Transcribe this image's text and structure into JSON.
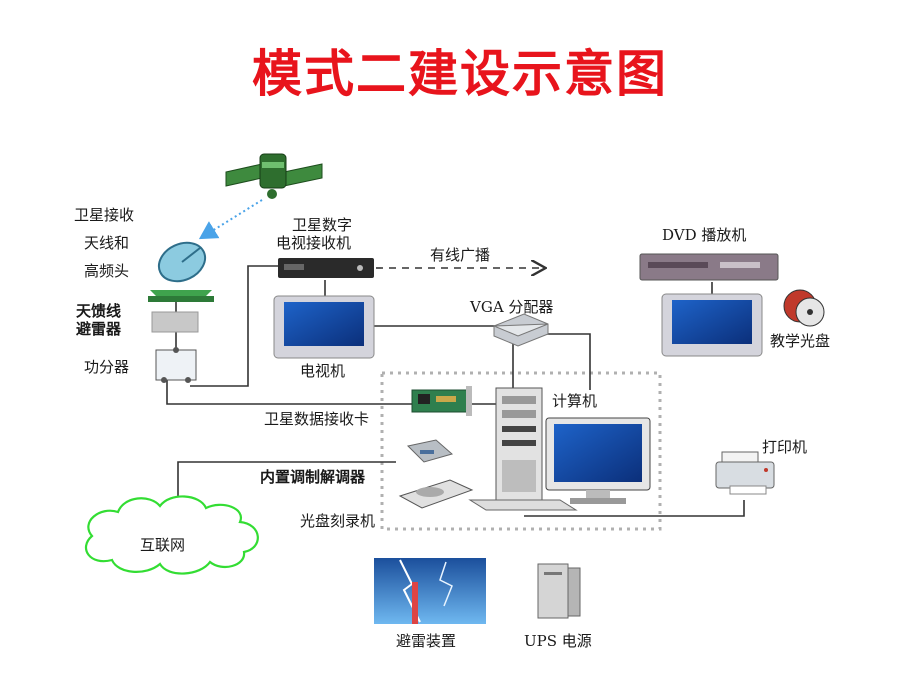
{
  "title": "模式二建设示意图",
  "colors": {
    "title": "#e8141c",
    "line": "#333333",
    "cloud": "#33dd33",
    "dotted_box": "#b0b0b0"
  },
  "labels": {
    "sat_receive_l1": "卫星接收",
    "sat_receive_l2": "天线和",
    "sat_receive_l3": "高频头",
    "antenna_arrester_l1": "天馈线",
    "antenna_arrester_l2": "避雷器",
    "splitter": "功分器",
    "digital_receiver_l1": "卫星数字",
    "digital_receiver_l2": "电视接收机",
    "cable_broadcast": "有线广播",
    "tv": "电视机",
    "dvd_player": "DVD 播放机",
    "teaching_disc": "教学光盘",
    "vga_splitter": "VGA 分配器",
    "computer": "计算机",
    "sat_data_card": "卫星数据接收卡",
    "internal_modem": "内置调制解调器",
    "cd_burner": "光盘刻录机",
    "printer": "打印机",
    "internet": "互联网",
    "lightning_device": "避雷装置",
    "ups": "UPS 电源"
  },
  "icons": [
    "satellite-icon",
    "dish-antenna-icon",
    "arrester-icon",
    "splitter-icon",
    "receiver-icon",
    "tv-icon",
    "dvd-icon",
    "disc-icon",
    "vga-splitter-icon",
    "pc-tower-icon",
    "monitor-icon",
    "pci-card-icon",
    "modem-icon",
    "cd-burner-icon",
    "printer-icon",
    "cloud-icon",
    "lightning-icon",
    "ups-icon"
  ]
}
